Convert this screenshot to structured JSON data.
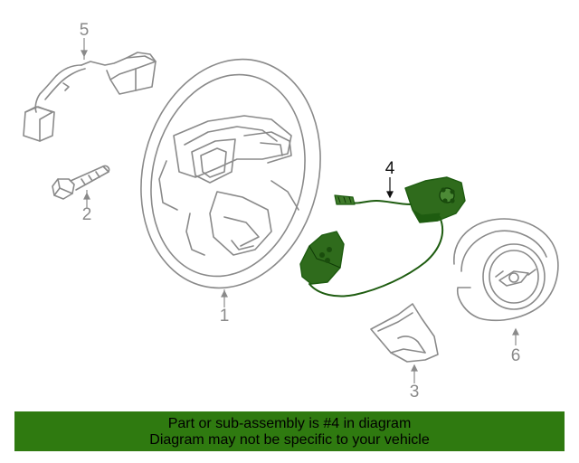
{
  "colors": {
    "highlight_part": "#1e5c10",
    "banner_background": "#2f7a10",
    "other_parts": "#8a8a8a",
    "callout_highlight": "#111111"
  },
  "callouts": {
    "c1": "1",
    "c2": "2",
    "c3": "3",
    "c4": "4",
    "c5": "5",
    "c6": "6"
  },
  "banner": {
    "line1": "Part or sub-assembly is #4 in diagram",
    "line2": "Diagram may not be specific to your vehicle"
  }
}
